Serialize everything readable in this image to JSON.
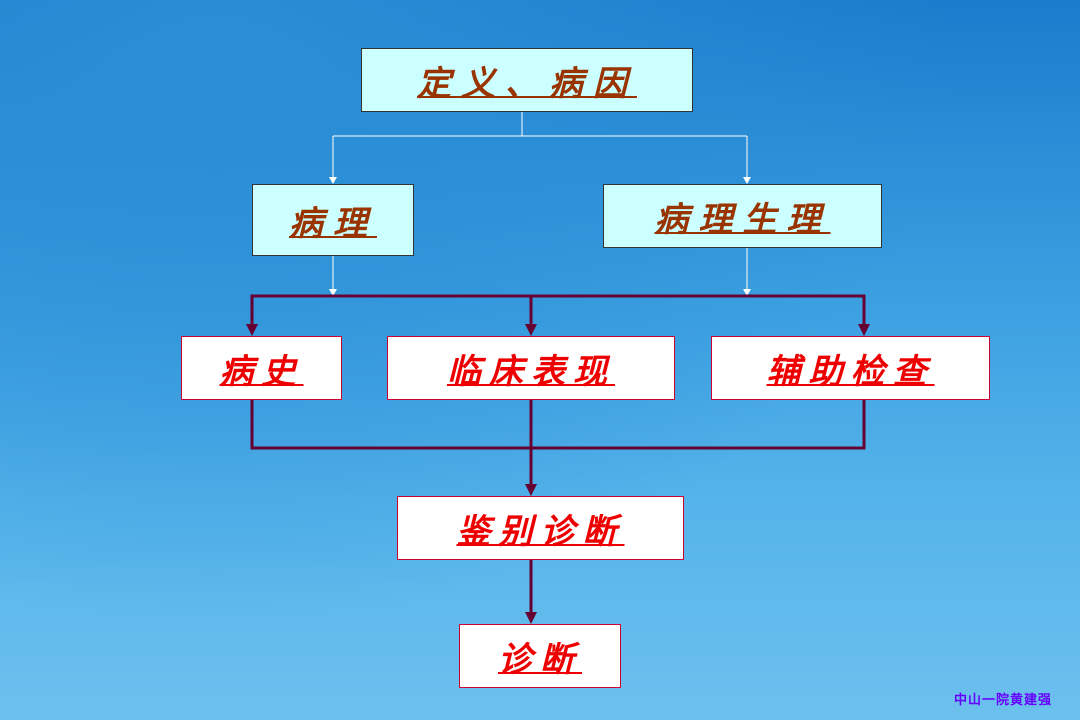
{
  "nodes": {
    "definition": "定义、病因",
    "pathology": "病理",
    "pathophysiology": "病理生理",
    "history": "病史",
    "clinical": "临床表现",
    "auxiliary": "辅助检查",
    "differential": "鉴别诊断",
    "diagnosis": "诊断"
  },
  "credit": "中山一院黄建强",
  "colors": {
    "top_box": "#ccffff",
    "top_text": "#993300",
    "low_text": "#ee0000",
    "connector": "#660033"
  }
}
